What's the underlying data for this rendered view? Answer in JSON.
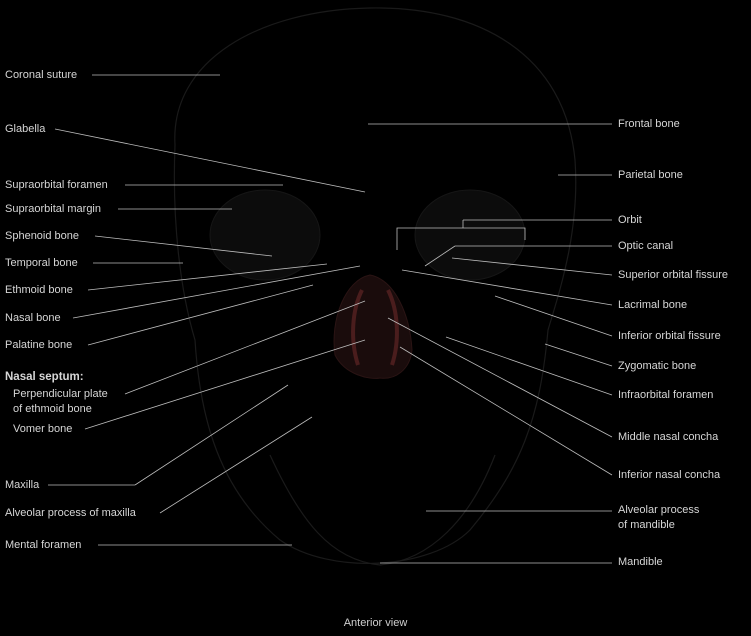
{
  "labels": {
    "coronal_suture": "Coronal suture",
    "glabella": "Glabella",
    "supraorbital_foramen": "Supraorbital foramen",
    "supraorbital_margin": "Supraorbital margin",
    "sphenoid_bone": "Sphenoid bone",
    "temporal_bone": "Temporal bone",
    "ethmoid_bone": "Ethmoid bone",
    "nasal_bone": "Nasal bone",
    "palatine_bone": "Palatine bone",
    "nasal_septum": "Nasal septum:",
    "perpendicular_plate_1": "Perpendicular plate",
    "perpendicular_plate_2": "of ethmoid bone",
    "vomer_bone": "Vomer bone",
    "maxilla": "Maxilla",
    "alveolar_process_maxilla": "Alveolar process of maxilla",
    "mental_foramen": "Mental foramen",
    "frontal_bone": "Frontal bone",
    "parietal_bone": "Parietal bone",
    "orbit": "Orbit",
    "optic_canal": "Optic canal",
    "superior_orbital_fissure": "Superior orbital fissure",
    "lacrimal_bone": "Lacrimal bone",
    "inferior_orbital_fissure": "Inferior orbital fissure",
    "zygomatic_bone": "Zygomatic bone",
    "infraorbital_foramen": "Infraorbital foramen",
    "middle_nasal_concha": "Middle nasal concha",
    "inferior_nasal_concha": "Inferior nasal concha",
    "alveolar_process_mandible_1": "Alveolar process",
    "alveolar_process_mandible_2": "of mandible",
    "mandible": "Mandible"
  },
  "caption": "Anterior view",
  "colors": {
    "background": "#000000",
    "label_text": "#d6d6d6",
    "leader_line": "#bdbdbd",
    "skull_outline": "#1c1c1c",
    "nasal_red": "#5a2424"
  }
}
